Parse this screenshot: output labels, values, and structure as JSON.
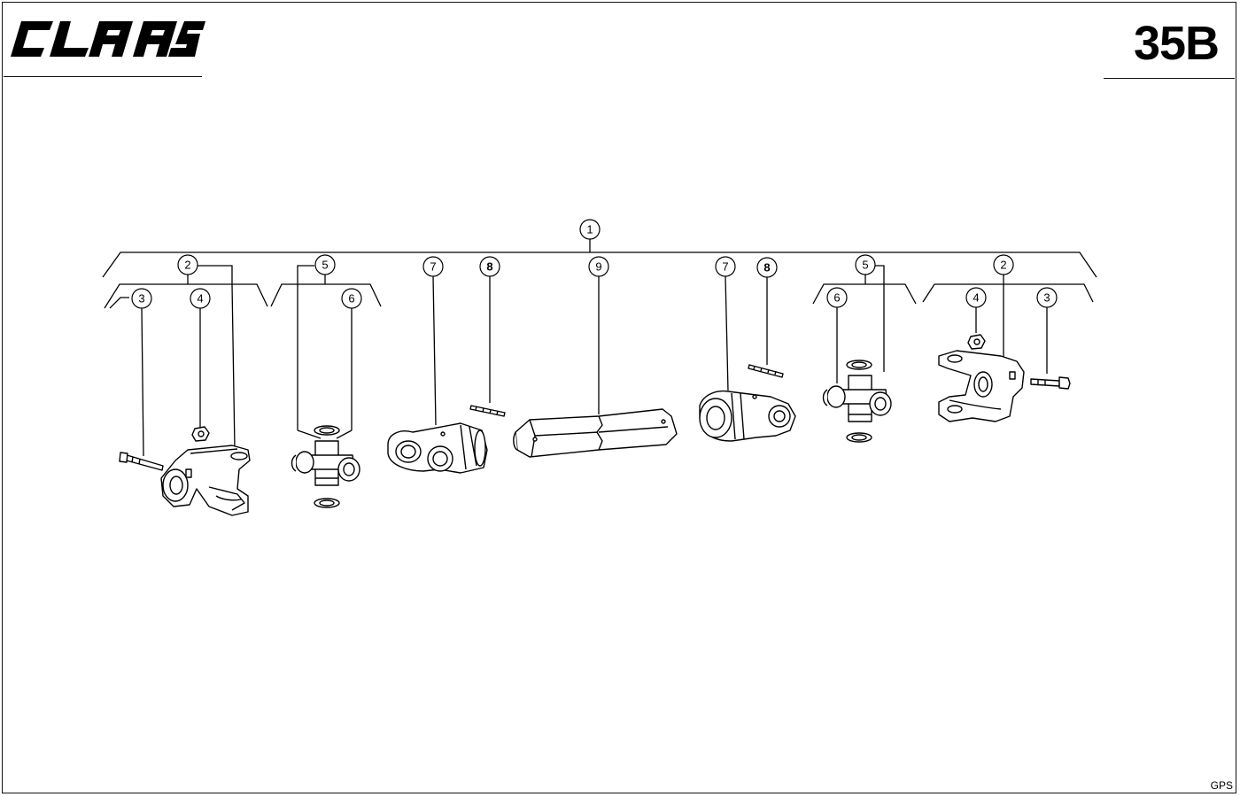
{
  "header": {
    "brand": "CLAAS",
    "page_number": "35B"
  },
  "footer": {
    "code": "GPS"
  },
  "callouts": {
    "c1": "1",
    "c2_left": "2",
    "c3_left": "3",
    "c4_left": "4",
    "c5_left": "5",
    "c6_left": "6",
    "c7_left": "7",
    "c8_left": "8",
    "c9": "9",
    "c7_right": "7",
    "c8_right": "8",
    "c5_right": "5",
    "c6_right": "6",
    "c2_right": "2",
    "c4_right": "4",
    "c3_right": "3"
  }
}
